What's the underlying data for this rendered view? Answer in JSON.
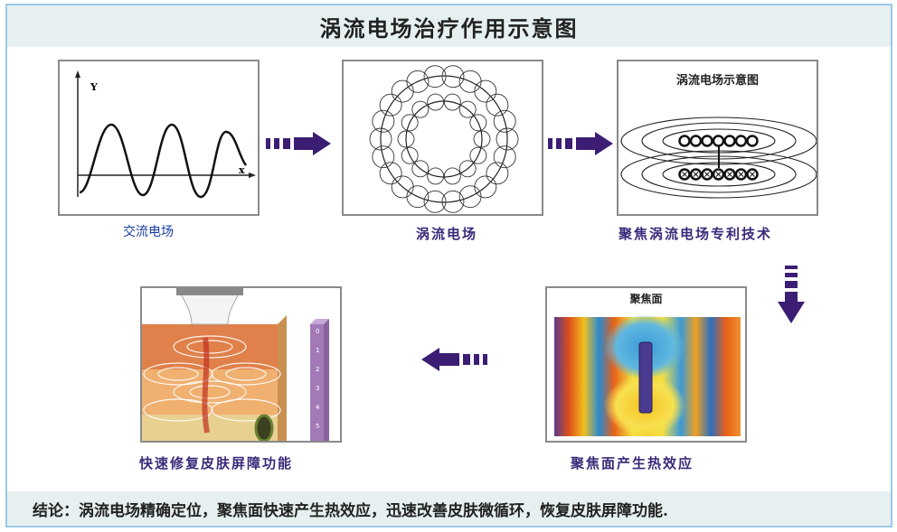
{
  "title": "涡流电场治疗作用示意图",
  "panels": {
    "ac_field": {
      "label": "交流电场",
      "axis_y": "Y",
      "axis_x": "x"
    },
    "eddy_field": {
      "label": "涡流电场"
    },
    "focused_eddy": {
      "label": "聚焦涡流电场专利技术",
      "inner_title": "涡流电场示意图"
    },
    "focus_surface": {
      "label": "聚焦面产生热效应",
      "inner_title": "聚焦面"
    },
    "skin_repair": {
      "label": "快速修复皮肤屏障功能",
      "scale_ticks": [
        "0",
        "1",
        "2",
        "3",
        "4",
        "5"
      ]
    }
  },
  "conclusion": "结论：涡流电场精确定位，聚焦面快速产生热效应，迅速改善皮肤微循环，恢复皮肤屏障功能.",
  "colors": {
    "arrow": "#3b1e73",
    "label": "#3a2a7a",
    "band": "#e6f0f0",
    "border": "#9cc9e6"
  }
}
